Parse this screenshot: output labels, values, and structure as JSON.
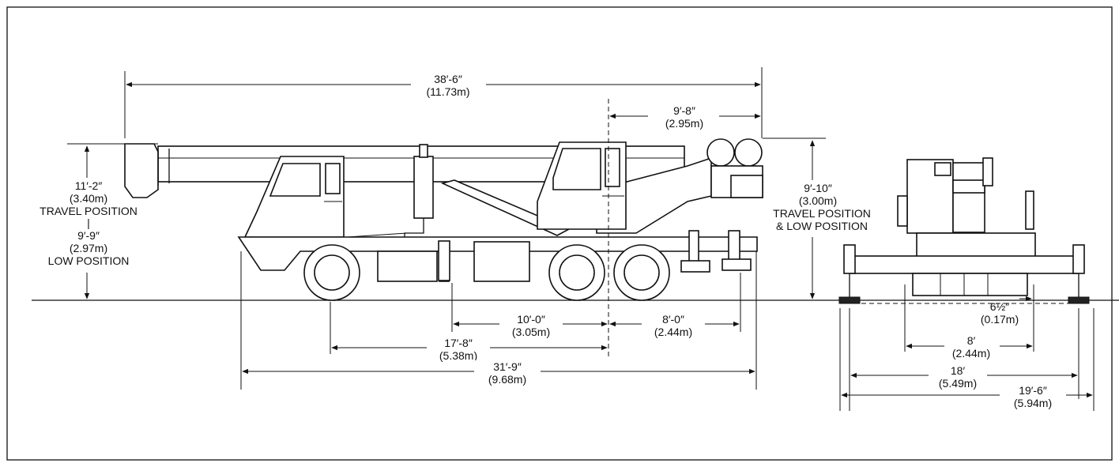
{
  "dimensions": {
    "boom_length": {
      "ft": "38′-6″",
      "m": "(11.73m)"
    },
    "rear_overhang": {
      "ft": "9′-8″",
      "m": "(2.95m)"
    },
    "height_left": {
      "ft": "11′-2″",
      "m": "(3.40m)",
      "label": "TRAVEL POSITION",
      "separator": "|",
      "ft2": "9′-9″",
      "m2": "(2.97m)",
      "label2": "LOW POSITION"
    },
    "height_right": {
      "ft": "9′-10″",
      "m": "(3.00m)",
      "label": "TRAVEL POSITION",
      "label2": "& LOW POSITION"
    },
    "axle_to_pivot": {
      "ft": "10′-0″",
      "m": "(3.05m)"
    },
    "pivot_to_outrigger": {
      "ft": "8′-0″",
      "m": "(2.44m)"
    },
    "front_axle_to_pivot": {
      "ft": "17′-8″",
      "m": "(5.38m)"
    },
    "carrier_length": {
      "ft": "31′-9″",
      "m": "(9.68m)"
    },
    "ground_clearance": {
      "ft": "6½″",
      "m": "(0.17m)"
    },
    "track_width": {
      "ft": "8′",
      "m": "(2.44m)"
    },
    "outrigger_center": {
      "ft": "18′",
      "m": "(5.49m)"
    },
    "outrigger_overall": {
      "ft": "19′-6″",
      "m": "(5.94m)"
    }
  }
}
